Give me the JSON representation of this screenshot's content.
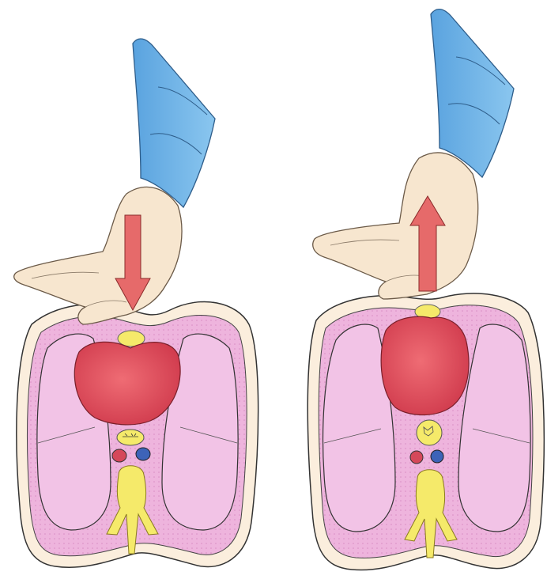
{
  "figure": {
    "panels": [
      {
        "id": "compression",
        "arrow_direction": "down",
        "heart_state": "compressed",
        "icons": [
          "hand-icon",
          "sleeve-icon",
          "down-arrow-icon",
          "chest-cross-section-icon",
          "heart-icon",
          "sternum-icon",
          "esophagus-icon",
          "aorta-icon",
          "vena-cava-icon",
          "vertebra-icon",
          "lung-icon"
        ]
      },
      {
        "id": "decompression",
        "arrow_direction": "up",
        "heart_state": "expanded",
        "icons": [
          "hand-icon",
          "sleeve-icon",
          "up-arrow-icon",
          "chest-cross-section-icon",
          "heart-icon",
          "sternum-icon",
          "esophagus-icon",
          "aorta-icon",
          "vena-cava-icon",
          "vertebra-icon",
          "lung-icon"
        ]
      }
    ],
    "colors": {
      "skin": "#f7e6cf",
      "chest_fill": "#eeb4dd",
      "chest_border": "#fbeedd",
      "heart": "#e0505e",
      "arrow": "#e66a6a",
      "sleeve": "#6fb3e6",
      "spine": "#f5ea6a",
      "aorta": "#d5485a",
      "vena_cava": "#3d63b8"
    }
  }
}
